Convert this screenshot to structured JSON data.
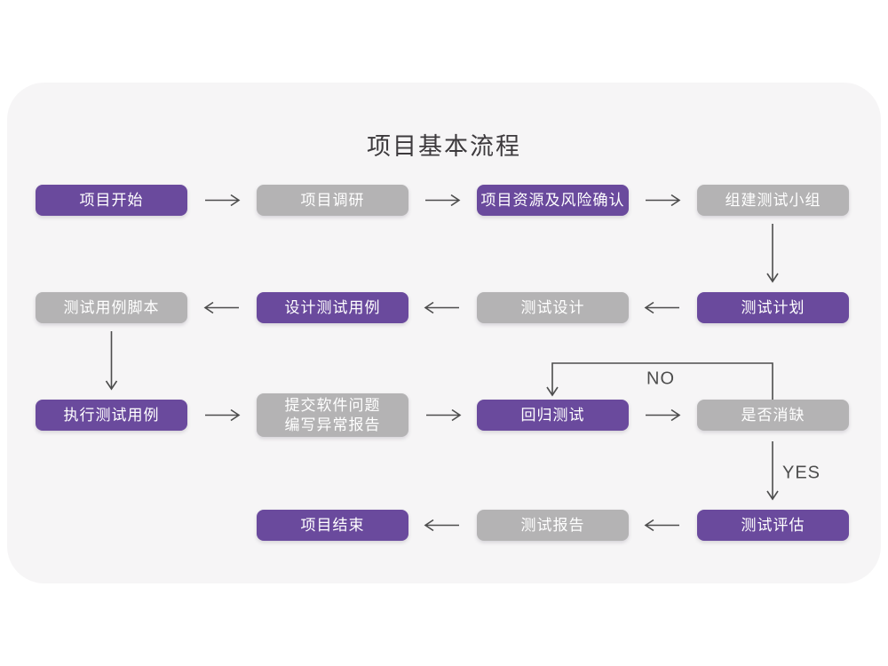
{
  "title": "项目基本流程",
  "labels": {
    "no": "NO",
    "yes": "YES"
  },
  "colors": {
    "accent_purple": "#6a4a9d",
    "node_gray": "#b4b3b4",
    "card_background": "#f6f5f6",
    "page_background": "#ffffff",
    "connector": "#4d4d4d",
    "title_text": "#3d3a3d",
    "node_text": "#ffffff"
  },
  "nodes": [
    {
      "id": "project-start",
      "label": "项目开始",
      "variant": "purple"
    },
    {
      "id": "project-research",
      "label": "项目调研",
      "variant": "gray"
    },
    {
      "id": "risk-confirm",
      "label": "项目资源及风险确认",
      "variant": "purple"
    },
    {
      "id": "build-test-team",
      "label": "组建测试小组",
      "variant": "gray"
    },
    {
      "id": "test-plan",
      "label": "测试计划",
      "variant": "purple"
    },
    {
      "id": "test-design",
      "label": "测试设计",
      "variant": "gray"
    },
    {
      "id": "design-test-cases",
      "label": "设计测试用例",
      "variant": "purple"
    },
    {
      "id": "test-case-script",
      "label": "测试用例脚本",
      "variant": "gray"
    },
    {
      "id": "execute-test-cases",
      "label": "执行测试用例",
      "variant": "purple"
    },
    {
      "id": "submit-issue-report",
      "label": "提交软件问题\n编写异常报告",
      "variant": "gray"
    },
    {
      "id": "regression-test",
      "label": "回归测试",
      "variant": "purple"
    },
    {
      "id": "defect-resolved",
      "label": "是否消缺",
      "variant": "gray"
    },
    {
      "id": "test-evaluation",
      "label": "测试评估",
      "variant": "purple"
    },
    {
      "id": "test-report",
      "label": "测试报告",
      "variant": "gray"
    },
    {
      "id": "project-end",
      "label": "项目结束",
      "variant": "purple"
    }
  ]
}
